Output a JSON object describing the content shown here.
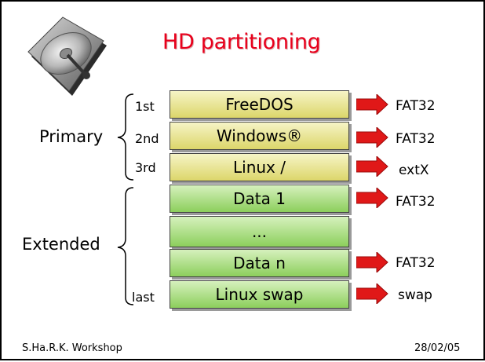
{
  "title": "HD partitioning",
  "groups": {
    "primary": "Primary",
    "extended": "Extended"
  },
  "ordinals": [
    "1st",
    "2nd",
    "3rd",
    "last"
  ],
  "partitions": [
    {
      "label": "FreeDOS",
      "fs": "FAT32",
      "color": "yellow"
    },
    {
      "label": "Windows®",
      "fs": "FAT32",
      "color": "yellow"
    },
    {
      "label": "Linux /",
      "fs": "extX",
      "color": "yellow"
    },
    {
      "label": "Data 1",
      "fs": "FAT32",
      "color": "green"
    },
    {
      "label": "...",
      "fs": "",
      "color": "green"
    },
    {
      "label": "Data n",
      "fs": "FAT32",
      "color": "green"
    },
    {
      "label": "Linux swap",
      "fs": "swap",
      "color": "green"
    }
  ],
  "footer": {
    "left": "S.Ha.R.K. Workshop",
    "right": "28/02/05"
  },
  "colors": {
    "title": "#e8001c",
    "arrow": "#e01818",
    "primary_fill": "#e8e39a",
    "extended_fill": "#a9dc86"
  },
  "icons": {
    "hdd": "hard-disk-drive-icon"
  }
}
